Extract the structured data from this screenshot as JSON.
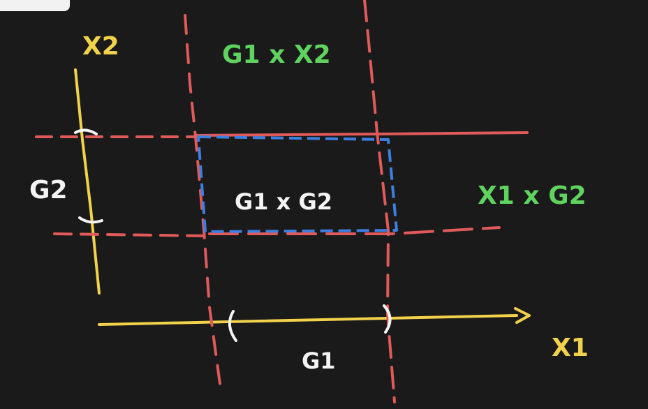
{
  "labels": {
    "axis_x2": "X2",
    "axis_x1": "X1",
    "g2": "G2",
    "g1": "G1",
    "g1_cross_x2": "G1 x X2",
    "g1_cross_g2": "G1 x G2",
    "x1_cross_g2": "X1 x G2"
  },
  "colors": {
    "background": "#1b1a1a",
    "axis": "#f2d24b",
    "strip": "#e05a5a",
    "product_box": "#3d7fe0",
    "green_label": "#5fd35f",
    "white_label": "#f4f4f4"
  }
}
